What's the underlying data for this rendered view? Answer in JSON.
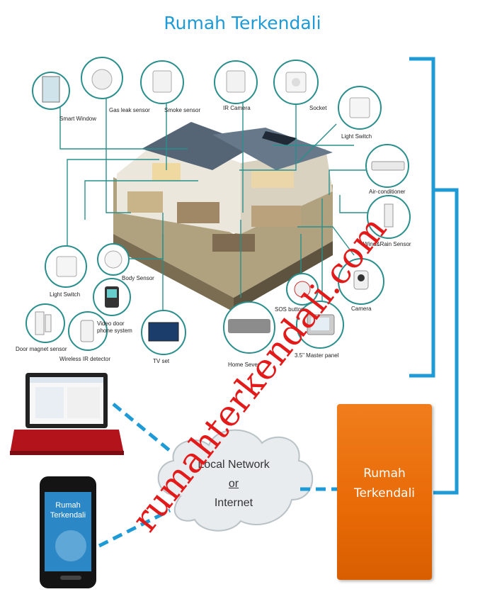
{
  "title": "Rumah Terkendali",
  "devices": [
    {
      "label": "Smart Window"
    },
    {
      "label": "Gas leak sensor"
    },
    {
      "label": "Smoke sensor"
    },
    {
      "label": "IR Camera"
    },
    {
      "label": "Socket"
    },
    {
      "label": "Light Switch"
    },
    {
      "label": "Air-conditioner"
    },
    {
      "label": "Wind&Rain Sensor"
    },
    {
      "label": "Camera"
    },
    {
      "label": "3.5\" Master panel"
    },
    {
      "label": "SOS button"
    },
    {
      "label": "Home Sever"
    },
    {
      "label": "TV set"
    },
    {
      "label": "Wireless IR detector"
    },
    {
      "label": "Door magnet sensor"
    },
    {
      "label": "Video door phone system"
    },
    {
      "label": "Light Switch"
    },
    {
      "label": "Body Sensor"
    }
  ],
  "cloud": {
    "line1": "Local Network",
    "line2": "or",
    "line3": "Internet"
  },
  "controller": {
    "line1": "Rumah",
    "line2": "Terkendali"
  },
  "phone": {
    "line1": "Rumah",
    "line2": "Terkendali"
  },
  "watermark": "rumahterkendali.com",
  "colors": {
    "bracket": "#1e9ad6",
    "controller": "#e86a06",
    "watermark": "#e31a1a",
    "ring": "#2a8f8c"
  }
}
